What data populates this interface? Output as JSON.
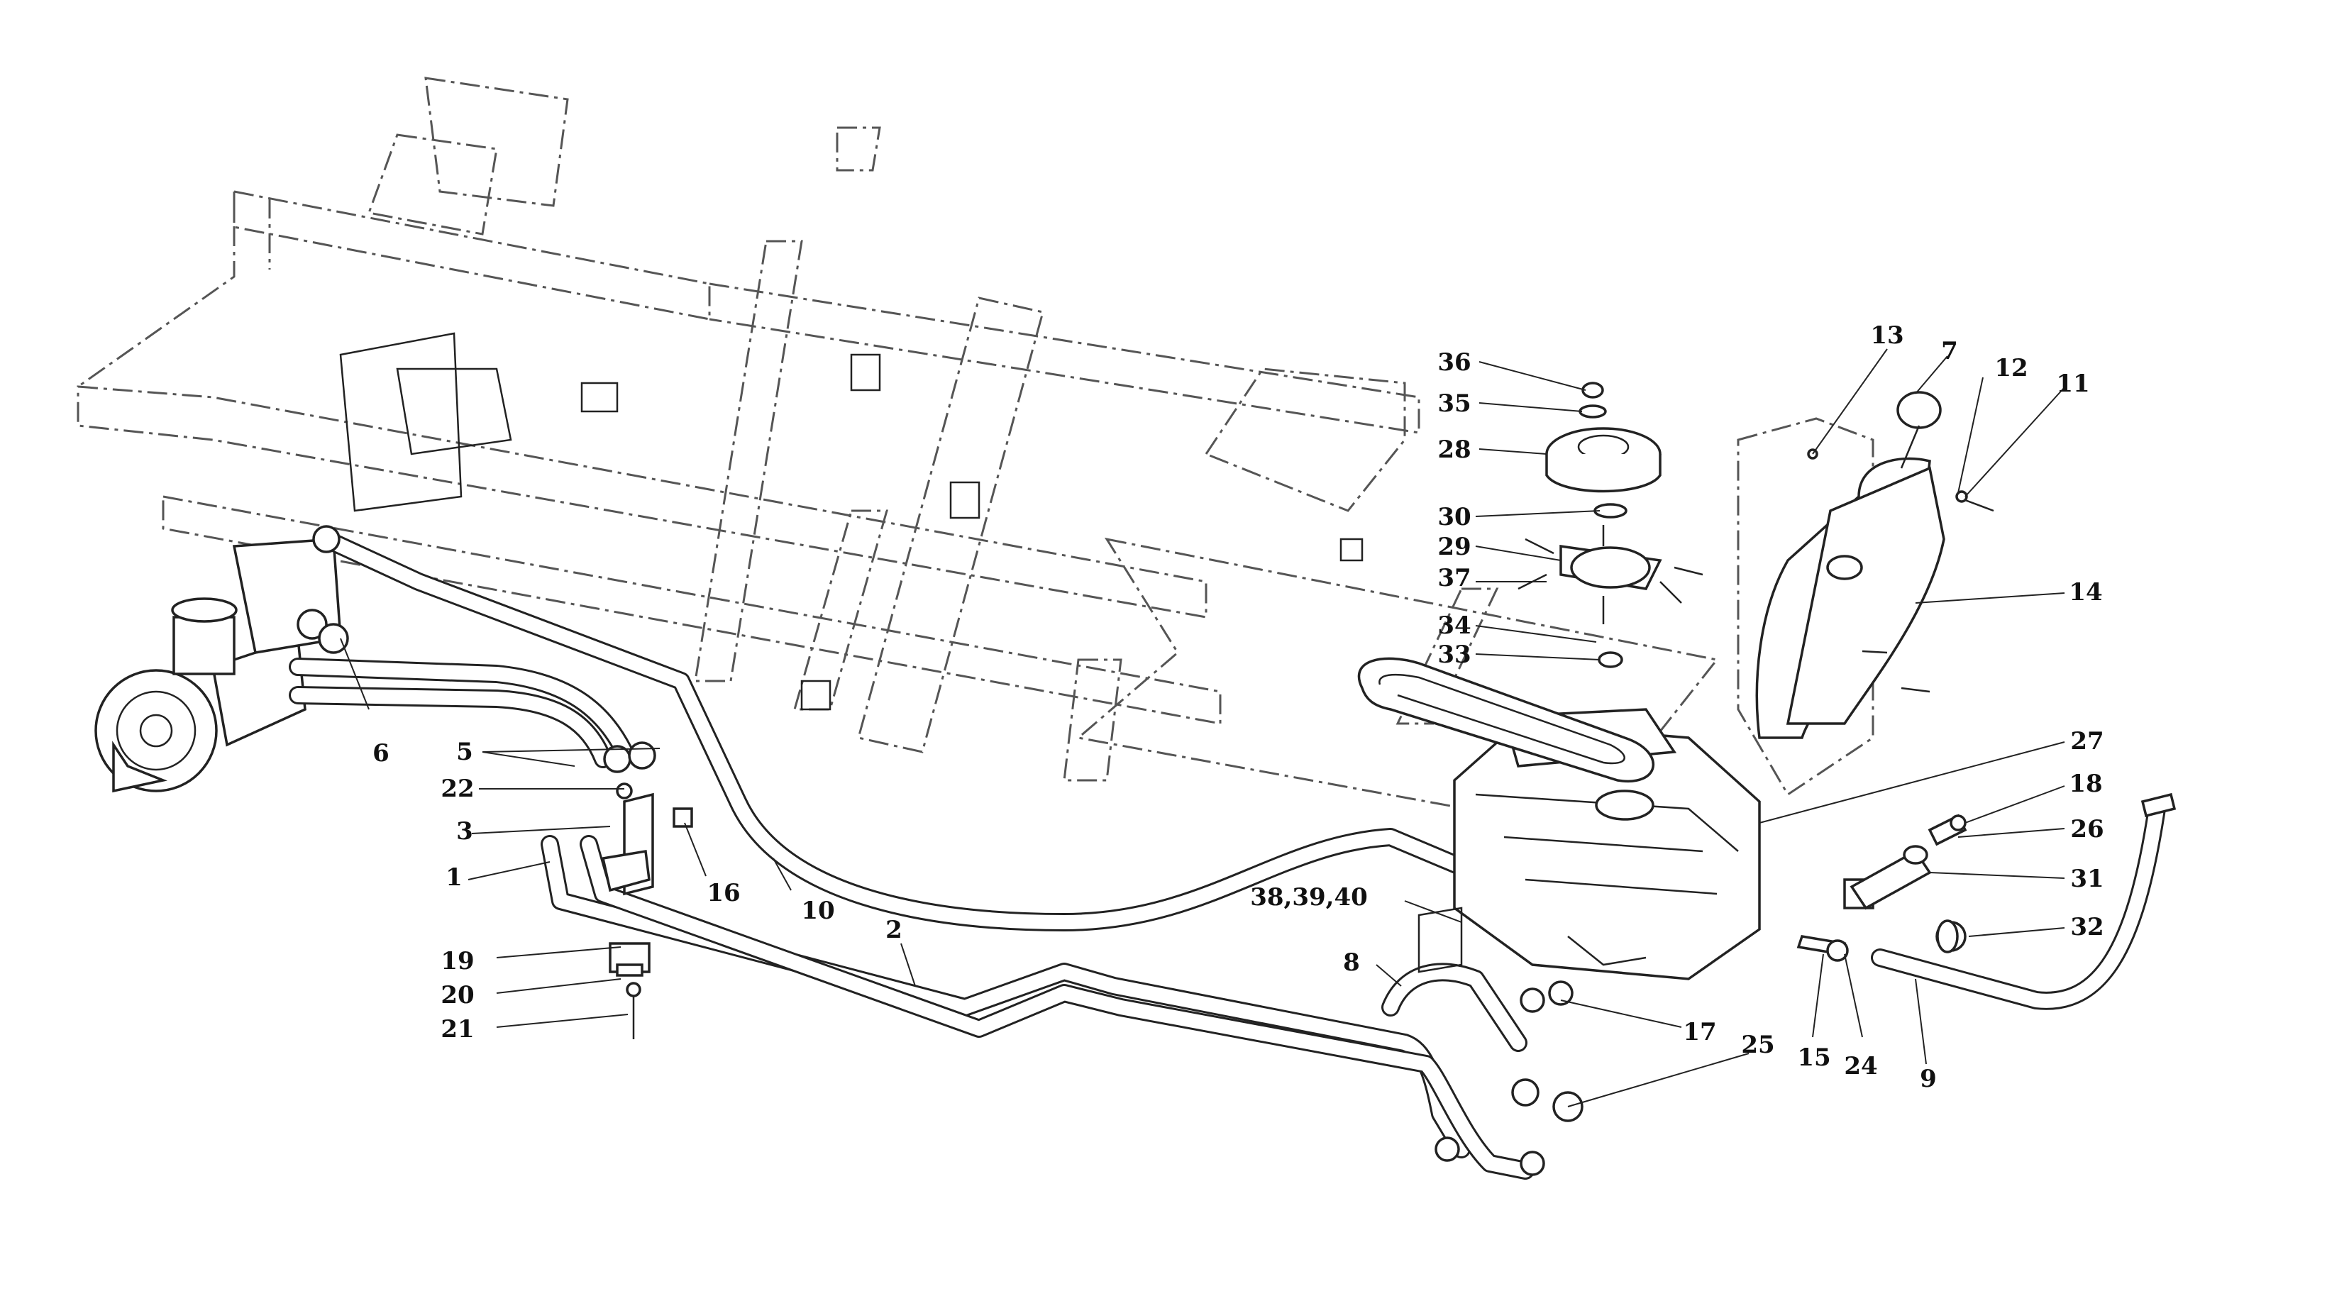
{
  "callouts": [
    {
      "id": "c1",
      "text": "1"
    },
    {
      "id": "c2",
      "text": "2"
    },
    {
      "id": "c3",
      "text": "3"
    },
    {
      "id": "c5",
      "text": "5"
    },
    {
      "id": "c6",
      "text": "6"
    },
    {
      "id": "c7",
      "text": "7"
    },
    {
      "id": "c8",
      "text": "8"
    },
    {
      "id": "c9",
      "text": "9"
    },
    {
      "id": "c10",
      "text": "10"
    },
    {
      "id": "c11",
      "text": "11"
    },
    {
      "id": "c12",
      "text": "12"
    },
    {
      "id": "c13",
      "text": "13"
    },
    {
      "id": "c14",
      "text": "14"
    },
    {
      "id": "c15",
      "text": "15"
    },
    {
      "id": "c16",
      "text": "16"
    },
    {
      "id": "c17",
      "text": "17"
    },
    {
      "id": "c18",
      "text": "18"
    },
    {
      "id": "c19",
      "text": "19"
    },
    {
      "id": "c20",
      "text": "20"
    },
    {
      "id": "c21",
      "text": "21"
    },
    {
      "id": "c22",
      "text": "22"
    },
    {
      "id": "c24",
      "text": "24"
    },
    {
      "id": "c25",
      "text": "25"
    },
    {
      "id": "c26",
      "text": "26"
    },
    {
      "id": "c27",
      "text": "27"
    },
    {
      "id": "c28",
      "text": "28"
    },
    {
      "id": "c29",
      "text": "29"
    },
    {
      "id": "c30",
      "text": "30"
    },
    {
      "id": "c31",
      "text": "31"
    },
    {
      "id": "c32",
      "text": "32"
    },
    {
      "id": "c33",
      "text": "33"
    },
    {
      "id": "c34",
      "text": "34"
    },
    {
      "id": "c35",
      "text": "35"
    },
    {
      "id": "c36",
      "text": "36"
    },
    {
      "id": "c37",
      "text": "37"
    },
    {
      "id": "c38",
      "text": "38,39,40"
    }
  ]
}
